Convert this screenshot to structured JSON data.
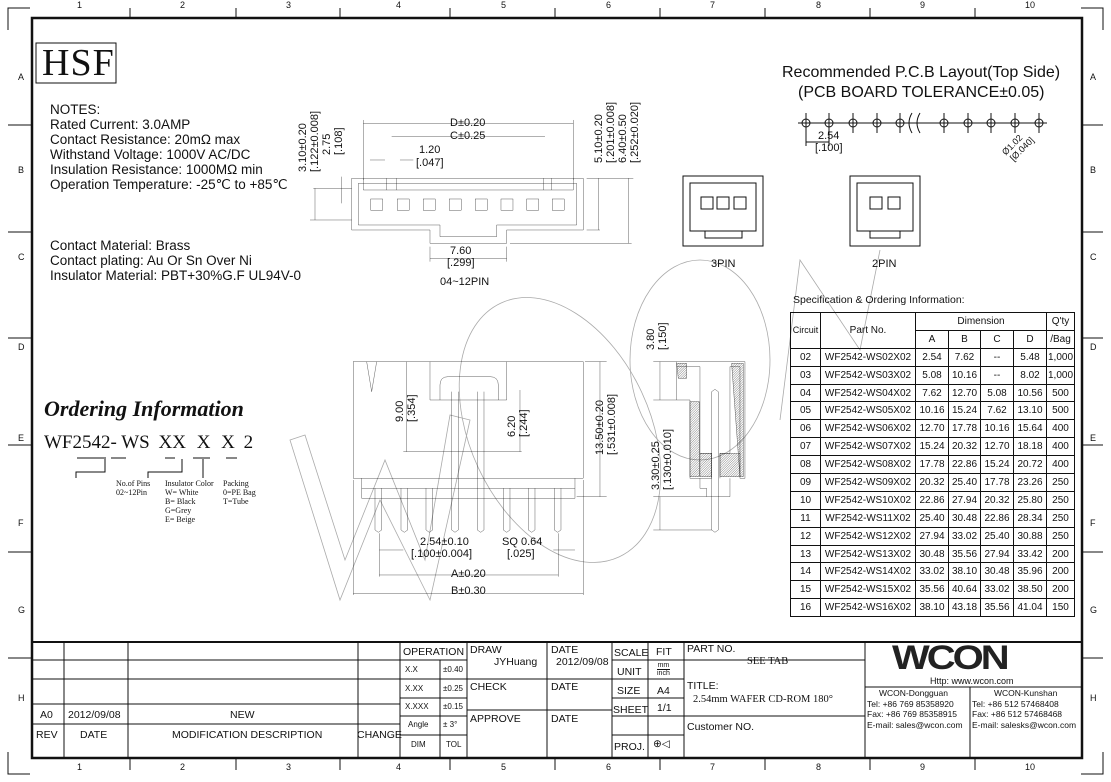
{
  "frame": {
    "columns": [
      "1",
      "2",
      "3",
      "4",
      "5",
      "6",
      "7",
      "8",
      "9",
      "10"
    ],
    "rows": [
      "A",
      "B",
      "C",
      "D",
      "E",
      "F",
      "G",
      "H"
    ]
  },
  "logo": "HSF",
  "notes": {
    "title": "NOTES:",
    "lines": [
      "Rated Current: 3.0AMP",
      "Contact Resistance: 20mΩ max",
      "Withstand Voltage: 1000V AC/DC",
      "Insulation Resistance: 1000MΩ min",
      "Operation Temperature: -25℃ to +85℃"
    ],
    "materials": [
      "Contact Material: Brass",
      "Contact plating: Au Or Sn Over Ni",
      "Insulator Material: PBT+30%G.F UL94V-0"
    ]
  },
  "ordering": {
    "title": "Ordering Information",
    "code_prefix": "WF2542- WS",
    "code_xx": "XX",
    "code_x1": "X",
    "code_x2": "X",
    "code_end": "2",
    "pins_label": "No.of Pins",
    "pins_range": "02~12Pin",
    "color_label": "Insulator Color",
    "colors": [
      "W= White",
      "B= Black",
      "G=Grey",
      "E= Beige"
    ],
    "packing_label": "Packing",
    "packing": [
      "0=PE Bag",
      "T=Tube"
    ]
  },
  "top_view": {
    "d": "D±0.20",
    "c": "C±0.25",
    "w120": "1.20",
    "w120i": "[.047]",
    "h310": "3.10±0.20",
    "h310i": "[.122±0.008]",
    "h275": "2.75",
    "h275i": "[.108]",
    "h510": "5.10±0.20",
    "h510i": "[.201±0.008]",
    "h640": "6.40±0.50",
    "h640i": "[.252±0.020]",
    "w760": "7.60",
    "w760i": "[.299]",
    "caption": "04~12PIN"
  },
  "pin_views": {
    "three": "3PIN",
    "two": "2PIN"
  },
  "pcb": {
    "title": "Recommended P.C.B Layout(Top Side)",
    "tolerance": "(PCB BOARD TOLERANCE±0.05)",
    "pitch": "2.54",
    "pitch_in": "[.100]",
    "hole": "Ø1.02",
    "hole_in": "[Ø.040]"
  },
  "front_view": {
    "h900": "9.00",
    "h900i": "[.354]",
    "h620": "6.20",
    "h620i": "[.244]",
    "h1350": "13.50±0.20",
    "h1350i": "[.531±0.008]",
    "pitch": "2.54±0.10",
    "pitch_in": "[.100±0.004]",
    "sq": "SQ 0.64",
    "sq_in": "[.025]",
    "a": "A±0.20",
    "b": "B±0.30"
  },
  "side_view": {
    "h380": "3.80",
    "h380i": "[.150]",
    "h330": "3.30±0.25",
    "h330i": "[.130±0.010]"
  },
  "spec": {
    "title": "Specification & Ordering Information:",
    "h_circuit": "Circuit",
    "h_part": "Part No.",
    "h_dim": "Dimension",
    "h_a": "A",
    "h_b": "B",
    "h_c": "C",
    "h_d": "D",
    "h_qty1": "Q'ty",
    "h_qty2": "/Bag",
    "rows": [
      [
        "02",
        "WF2542-WS02X02",
        "2.54",
        "7.62",
        "--",
        "5.48",
        "1,000"
      ],
      [
        "03",
        "WF2542-WS03X02",
        "5.08",
        "10.16",
        "--",
        "8.02",
        "1,000"
      ],
      [
        "04",
        "WF2542-WS04X02",
        "7.62",
        "12.70",
        "5.08",
        "10.56",
        "500"
      ],
      [
        "05",
        "WF2542-WS05X02",
        "10.16",
        "15.24",
        "7.62",
        "13.10",
        "500"
      ],
      [
        "06",
        "WF2542-WS06X02",
        "12.70",
        "17.78",
        "10.16",
        "15.64",
        "400"
      ],
      [
        "07",
        "WF2542-WS07X02",
        "15.24",
        "20.32",
        "12.70",
        "18.18",
        "400"
      ],
      [
        "08",
        "WF2542-WS08X02",
        "17.78",
        "22.86",
        "15.24",
        "20.72",
        "400"
      ],
      [
        "09",
        "WF2542-WS09X02",
        "20.32",
        "25.40",
        "17.78",
        "23.26",
        "250"
      ],
      [
        "10",
        "WF2542-WS10X02",
        "22.86",
        "27.94",
        "20.32",
        "25.80",
        "250"
      ],
      [
        "11",
        "WF2542-WS11X02",
        "25.40",
        "30.48",
        "22.86",
        "28.34",
        "250"
      ],
      [
        "12",
        "WF2542-WS12X02",
        "27.94",
        "33.02",
        "25.40",
        "30.88",
        "250"
      ],
      [
        "13",
        "WF2542-WS13X02",
        "30.48",
        "35.56",
        "27.94",
        "33.42",
        "200"
      ],
      [
        "14",
        "WF2542-WS14X02",
        "33.02",
        "38.10",
        "30.48",
        "35.96",
        "200"
      ],
      [
        "15",
        "WF2542-WS15X02",
        "35.56",
        "40.64",
        "33.02",
        "38.50",
        "200"
      ],
      [
        "16",
        "WF2542-WS16X02",
        "38.10",
        "43.18",
        "35.56",
        "41.04",
        "150"
      ]
    ]
  },
  "revision": {
    "rev": "A0",
    "date": "2012/09/08",
    "desc": "NEW",
    "h_rev": "REV",
    "h_date": "DATE",
    "h_desc": "MODIFICATION DESCRIPTION",
    "h_change": "CHANGE"
  },
  "tolerance": {
    "title": "OPERATION",
    "rows": [
      [
        "X.X",
        "±0.40"
      ],
      [
        "X.XX",
        "±0.25"
      ],
      [
        "X.XXX",
        "±0.15"
      ],
      [
        "Angle",
        "± 3°"
      ]
    ],
    "h_dim": "DIM",
    "h_tol": "TOL"
  },
  "signoff": {
    "draw": "DRAW",
    "drawer": "JYHuang",
    "date": "DATE",
    "draw_date": "2012/09/08",
    "check": "CHECK",
    "check_date": "DATE",
    "approve": "APPROVE",
    "approve_date": "DATE"
  },
  "sheet": {
    "scale_l": "SCALE",
    "scale": "FIT",
    "unit_l": "UNIT",
    "unit_mm": "mm",
    "unit_in": "inch",
    "size_l": "SIZE",
    "size": "A4",
    "sheet_l": "SHEET",
    "sheet": "1/1",
    "proj_l": "PROJ.",
    "proj": "⊕◁"
  },
  "part": {
    "label": "PART NO.",
    "value": "SEE TAB",
    "title_l": "TITLE:",
    "title": "2.54mm WAFER CD-ROM 180°",
    "customer": "Customer NO."
  },
  "company": {
    "brand": "WCON",
    "url": "Http: www.wcon.com",
    "dg": [
      "WCON-Dongguan",
      "Tel: +86 769 85358920",
      "Fax: +86 769 85358915",
      "E-mail: sales@wcon.com"
    ],
    "ks": [
      "WCON-Kunshan",
      "Tel: +86 512 57468408",
      "Fax: +86 512 57468468",
      "E-mail: salesks@wcon.com"
    ]
  },
  "watermark": "WCON"
}
